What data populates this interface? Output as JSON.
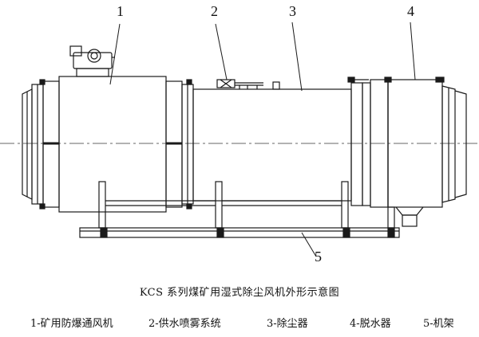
{
  "callouts": [
    "1",
    "2",
    "3",
    "4",
    "5"
  ],
  "caption": "KCS 系列煤矿用湿式除尘风机外形示意图",
  "legend": [
    "1-矿用防爆通风机",
    "2-供水喷雾系统",
    "3-除尘器",
    "4-脱水器",
    "5-机架"
  ]
}
